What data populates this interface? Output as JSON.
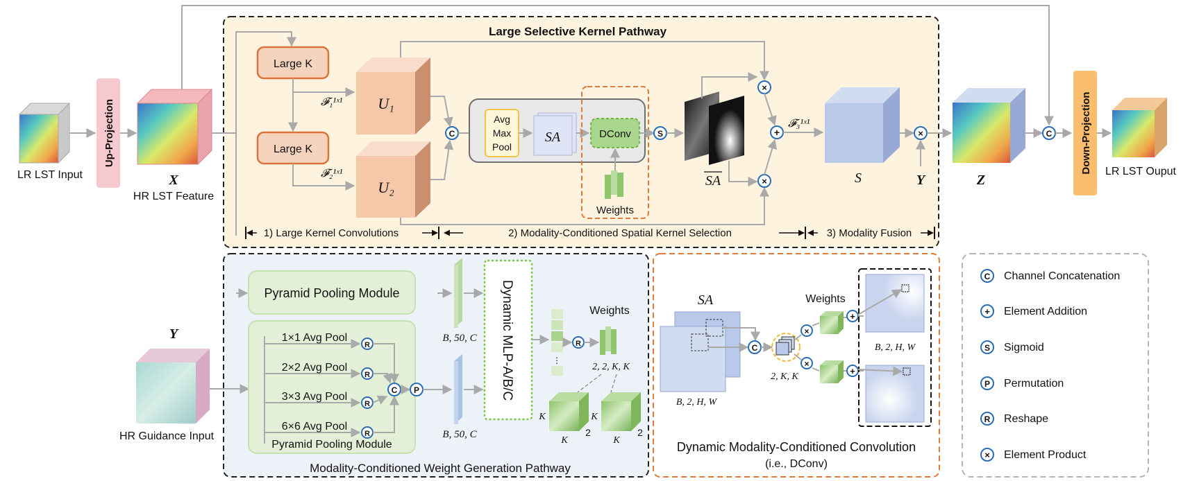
{
  "colors": {
    "top_panel": "#fdf3df",
    "bottom_panel": "#edf1f8",
    "orange_box": "#f6cfb4",
    "orange_border": "#d9733a",
    "green_box": "#e3f0d7",
    "green_border": "#8cc652",
    "pink_bar": "#f6c9cf",
    "orange_bar": "#fbbd6e",
    "blue_cube": "#b9c9ea",
    "circle_stroke": "#2a6db3"
  },
  "top": {
    "title": "Large Selective Kernel Pathway",
    "large_k_1": "Large K",
    "large_k_2": "Large K",
    "u1": "U₁",
    "u2": "U₂",
    "f1": "𝓕₁¹ˣ¹",
    "f2": "𝓕₂¹ˣ¹",
    "f3": "𝓕₃¹ˣ¹",
    "pool_1": "Avg",
    "pool_2": "Max",
    "pool_3": "Pool",
    "sa": "SA",
    "dconv": "DConv",
    "weights": "Weights",
    "sa_tilde": "SA",
    "s_label": "S",
    "y_label": "Y",
    "section_1": "1) Large Kernel Convolutions",
    "section_2": "2) Modality-Conditioned Spatial Kernel Selection",
    "section_3": "3) Modality Fusion"
  },
  "io": {
    "lr_input": "LR LST Input",
    "up_projection": "Up-Projection",
    "x_label": "X",
    "hr_feature": "HR LST Feature",
    "z_label": "Z",
    "down_projection": "Down-Projection",
    "lr_output": "LR LST Ouput",
    "y_label": "Y",
    "hr_guidance": "HR Guidance Input"
  },
  "bottom": {
    "title": "Modality-Conditioned Weight Generation Pathway",
    "ppm_top": "Pyramid Pooling Module",
    "pool_rows": [
      "1×1 Avg Pool",
      "2×2 Avg Pool",
      "3×3 Avg Pool",
      "6×6 Avg Pool"
    ],
    "ppm_bottom": "Pyramid Pooling Module",
    "dim_top": "B, 50, C",
    "dim_bottom": "B, 50, C",
    "mlp": "Dynamic MLP-A/B/C",
    "weights": "Weights",
    "dim_weights": "2, 2, K, K",
    "k1": "K",
    "k2": "K",
    "k3": "K",
    "k4": "K",
    "two1": "2",
    "two2": "2"
  },
  "dconv_panel": {
    "title_1": "Dynamic Modality-Conditioned Convolution",
    "title_2": "(i.e., DConv)",
    "sa": "SA",
    "dim_sa": "B, 2, H, W",
    "weights": "Weights",
    "dim_kernel": "2, K, K",
    "dim_out": "B, 2, H, W"
  },
  "legend": [
    {
      "symbol": "C",
      "label": "Channel Concatenation"
    },
    {
      "symbol": "+",
      "label": "Element Addition"
    },
    {
      "symbol": "S",
      "label": "Sigmoid"
    },
    {
      "symbol": "P",
      "label": "Permutation"
    },
    {
      "symbol": "R",
      "label": "Reshape"
    },
    {
      "symbol": "×",
      "label": "Element Product"
    }
  ]
}
